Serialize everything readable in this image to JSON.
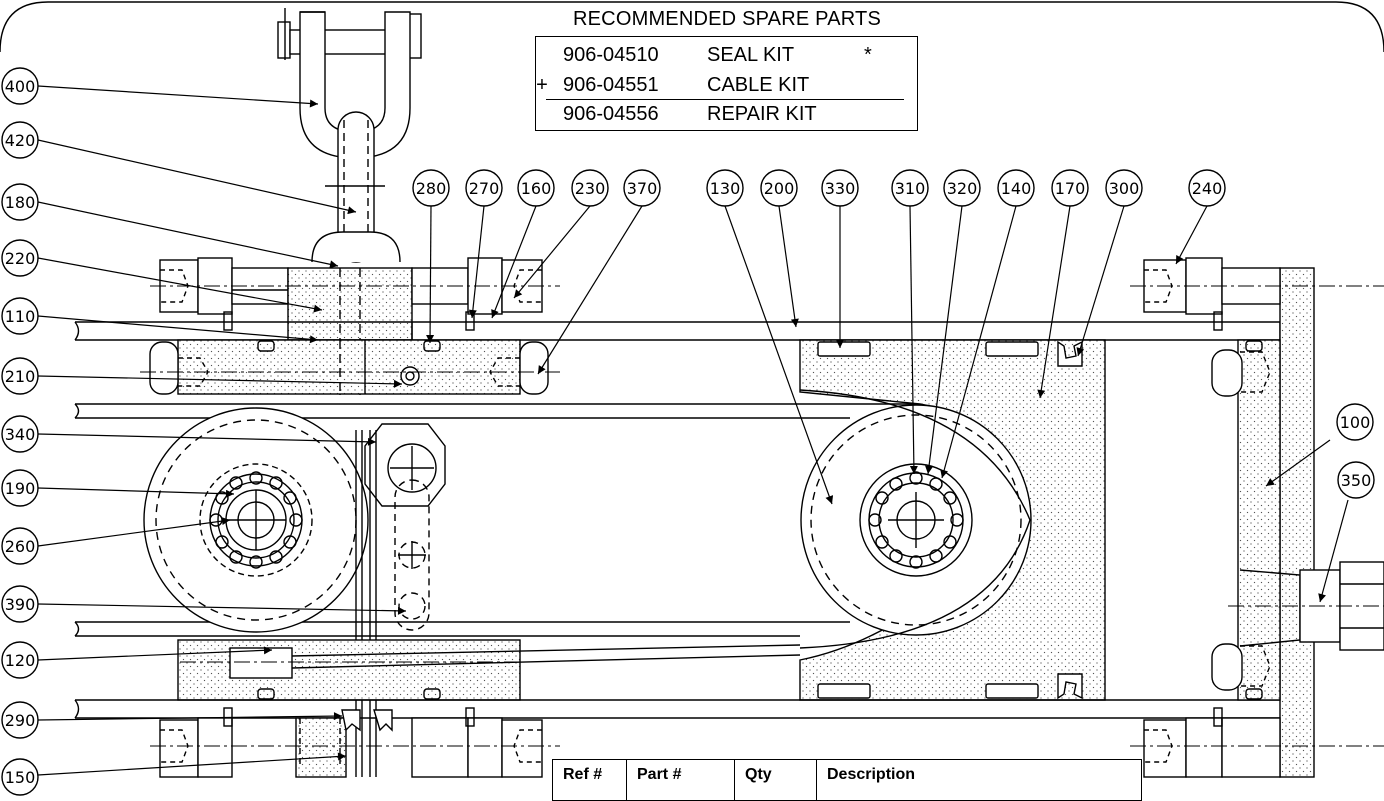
{
  "spare_parts": {
    "title": "RECOMMENDED SPARE PARTS",
    "rows": [
      {
        "mark": "",
        "part": "906-04510",
        "desc": "SEAL KIT",
        "note": "*"
      },
      {
        "mark": "+",
        "part": "906-04551",
        "desc": "CABLE KIT",
        "note": ""
      },
      {
        "mark": "",
        "part": "906-04556",
        "desc": "REPAIR KIT",
        "note": ""
      }
    ]
  },
  "callouts_left": [
    "400",
    "420",
    "180",
    "220",
    "110",
    "210",
    "340",
    "190",
    "260",
    "390",
    "120",
    "290",
    "150"
  ],
  "callouts_top": [
    "280",
    "270",
    "160",
    "230",
    "370",
    "130",
    "200",
    "330",
    "310",
    "320",
    "140",
    "170",
    "300",
    "240"
  ],
  "callouts_right": [
    "100",
    "350"
  ],
  "bom_table": {
    "headers": [
      "Ref #",
      "Part #",
      "Qty",
      "Description"
    ]
  },
  "colors": {
    "line": "#000000",
    "background": "#ffffff"
  }
}
